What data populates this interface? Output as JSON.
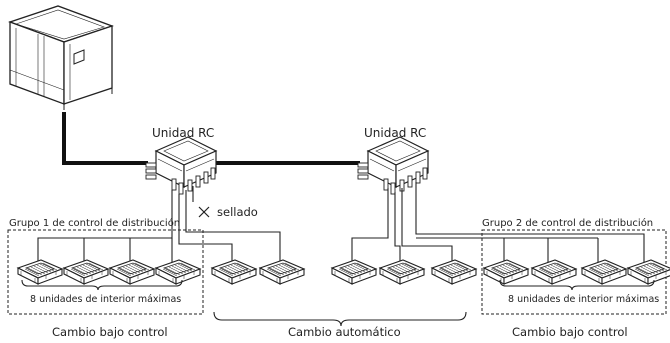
{
  "labels": {
    "rc_left": "Unidad RC",
    "rc_right": "Unidad RC",
    "group1": "Grupo 1 de control de distribución",
    "group2": "Grupo 2 de control de distribución",
    "max_left": "8 unidades de interior máximas",
    "max_right": "8 unidades de interior máximas",
    "sealed": "sellado",
    "change_left": "Cambio bajo control",
    "change_middle": "Cambio automático",
    "change_right": "Cambio bajo control"
  }
}
